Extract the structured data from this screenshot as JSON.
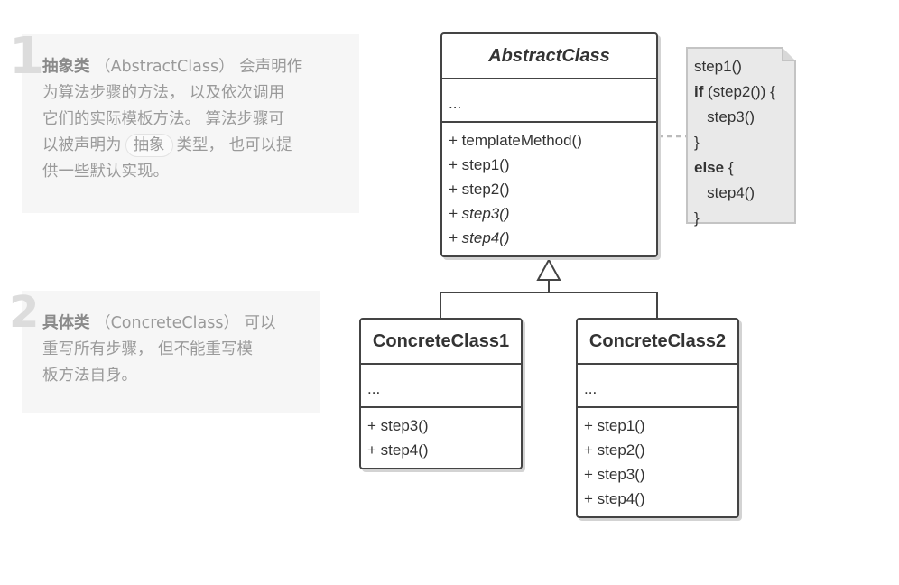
{
  "notes": [
    {
      "number": "1",
      "lines": [
        {
          "bold": "抽象类",
          "text": "（AbstractClass） 会声明作"
        },
        {
          "text": "为算法步骤的方法， 以及依次调用"
        },
        {
          "text": "它们的实际模板方法。 算法步骤可"
        },
        {
          "pre": "以被声明为",
          "tag": "抽象",
          "post": "类型， 也可以提"
        },
        {
          "text": "供一些默认实现。"
        }
      ]
    },
    {
      "number": "2",
      "lines": [
        {
          "bold": "具体类",
          "text": "（ConcreteClass） 可以"
        },
        {
          "text": "重写所有步骤， 但不能重写模"
        },
        {
          "text": "板方法自身。"
        }
      ]
    }
  ],
  "abstract_class": {
    "name": "AbstractClass",
    "fields": "...",
    "methods": [
      "+ templateMethod()",
      "+ step1()",
      "+ step2()"
    ],
    "abstract_methods": [
      "+ step3()",
      "+ step4()"
    ]
  },
  "code_note": {
    "lines": [
      "step1()",
      "if (step2()) {",
      "   step3()",
      "}",
      "else {",
      "   step4()",
      "}"
    ],
    "keywords": [
      "if",
      "else"
    ]
  },
  "concrete1": {
    "name": "ConcreteClass1",
    "fields": "...",
    "methods": [
      "+ step3()",
      "+ step4()"
    ]
  },
  "concrete2": {
    "name": "ConcreteClass2",
    "fields": "...",
    "methods": [
      "+ step1()",
      "+ step2()",
      "+ step3()",
      "+ step4()"
    ]
  },
  "colors": {
    "stroke": "#444444",
    "shadow": "#d3d3d3",
    "note_bg": "#f6f6f6",
    "code_bg": "#e9e9e9"
  }
}
